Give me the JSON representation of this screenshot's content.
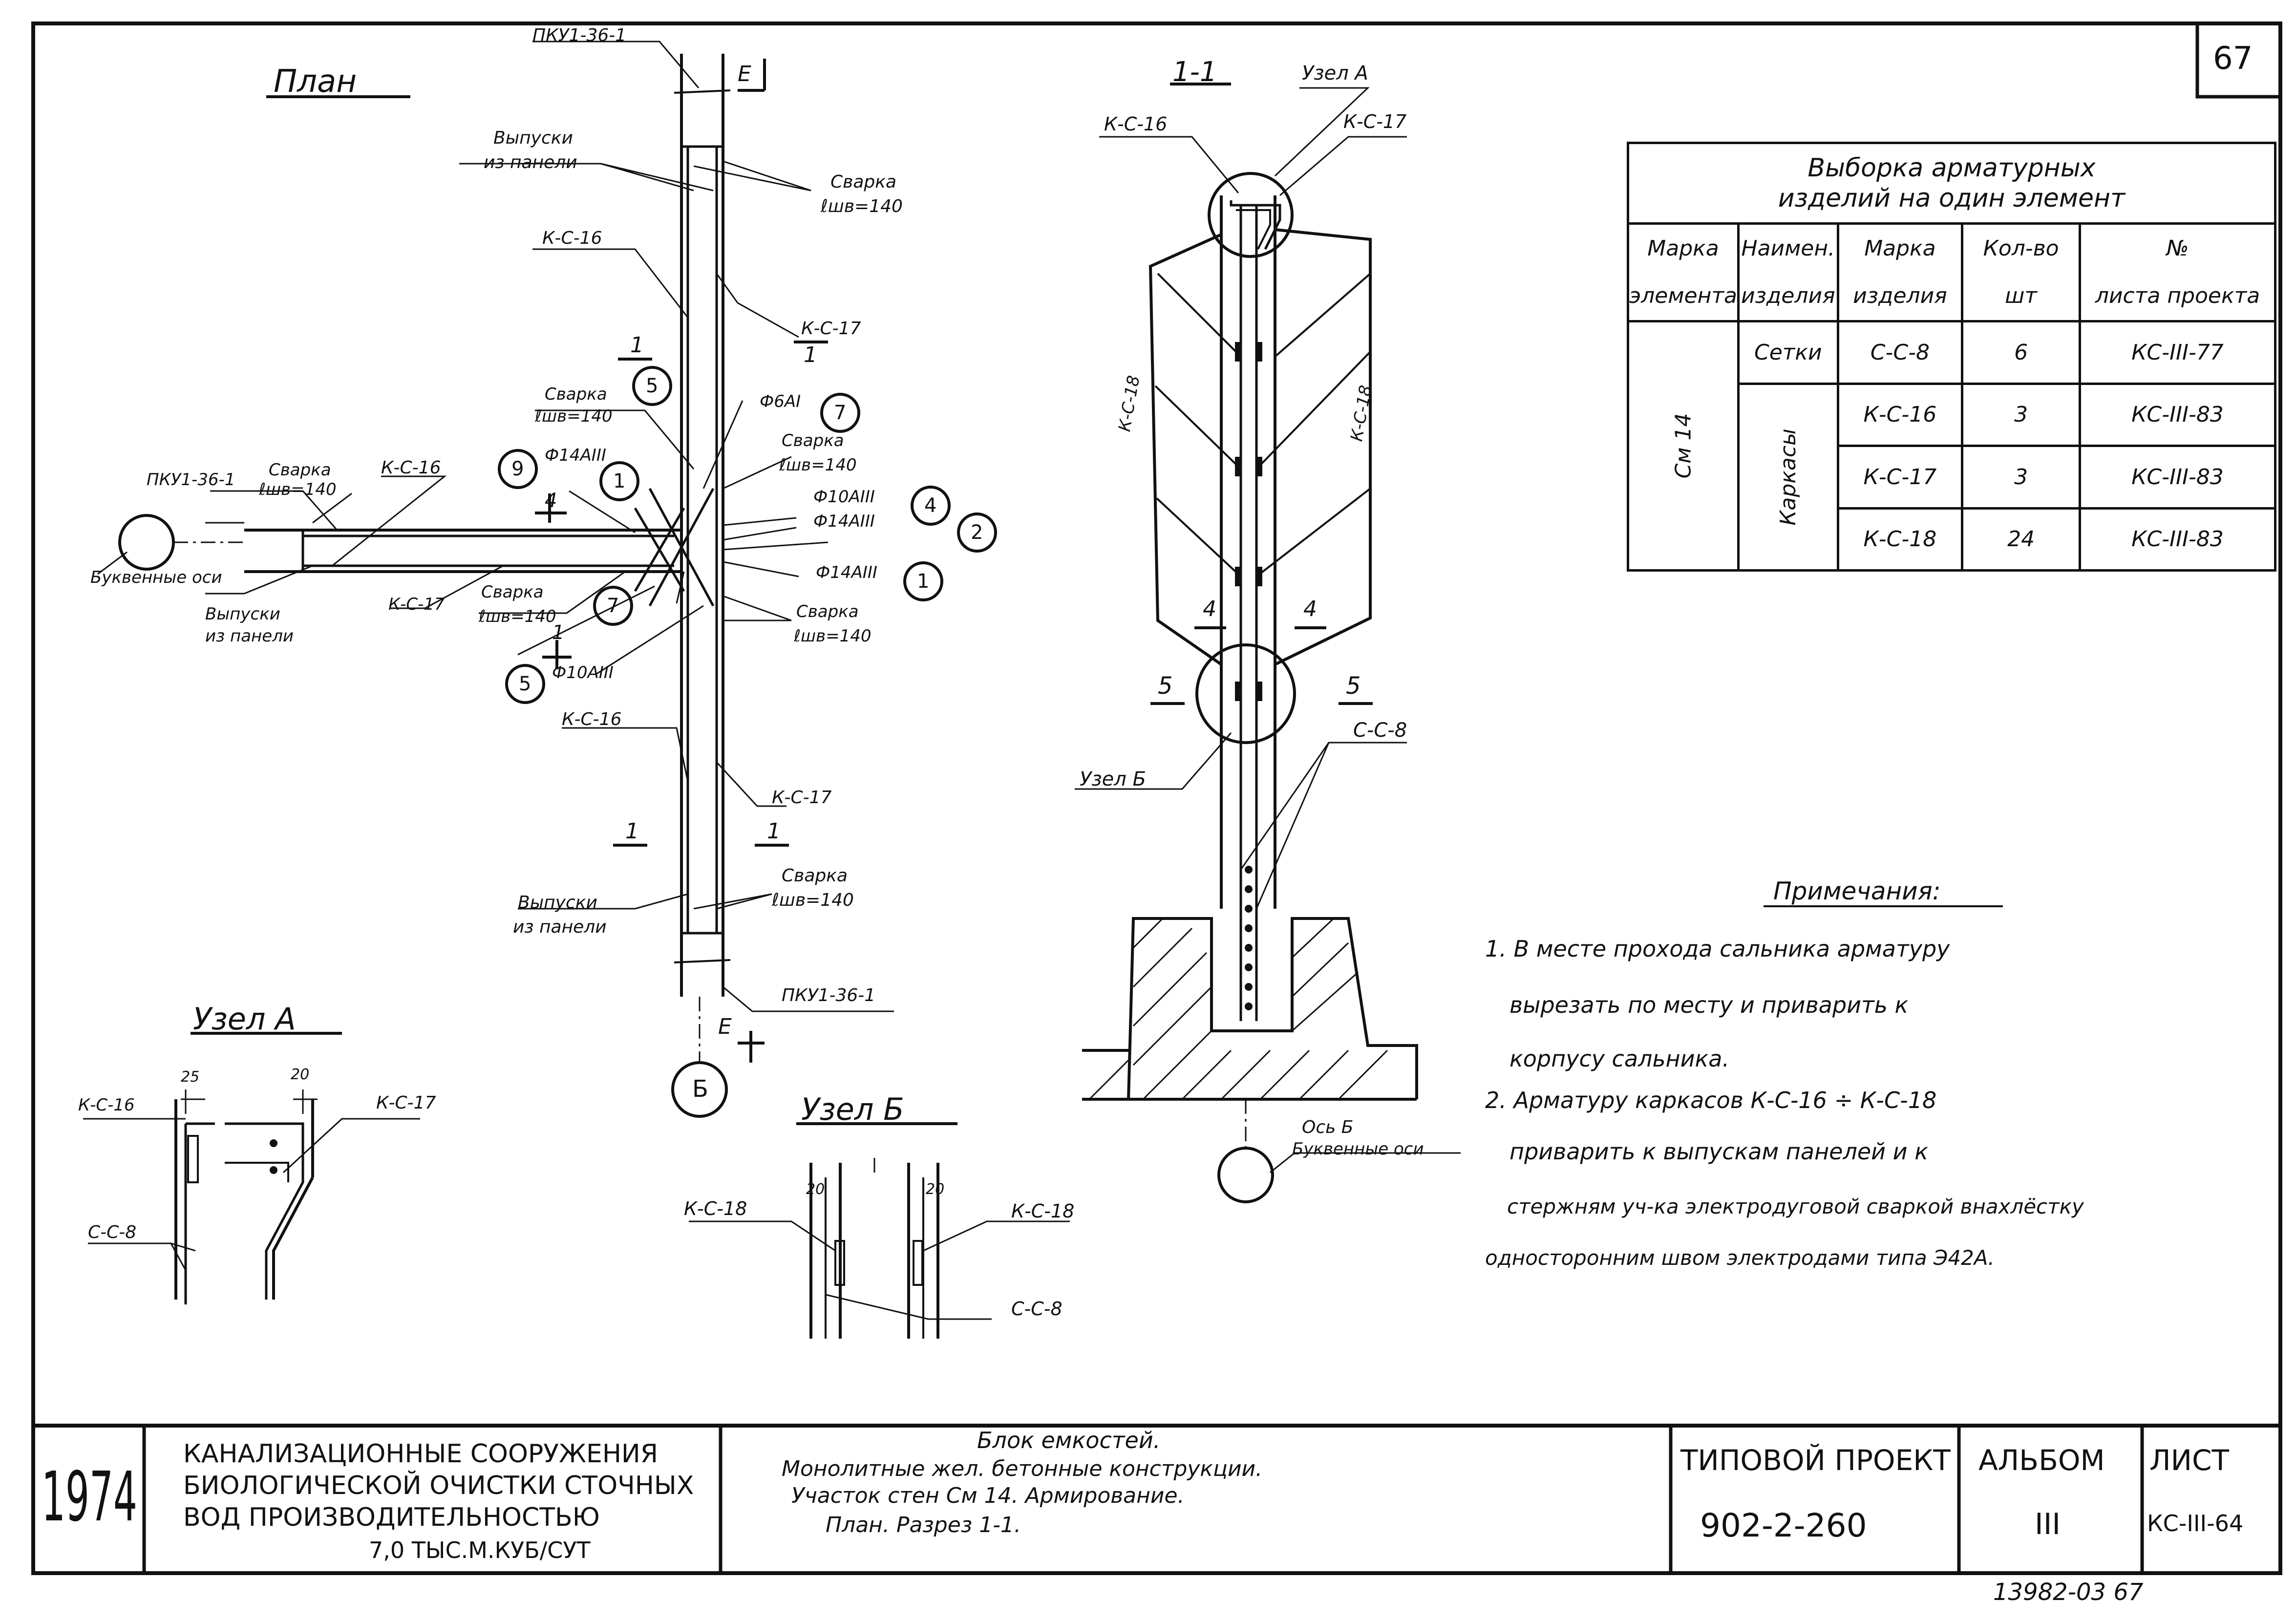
{
  "sheet_number": "67",
  "footer_code": "13982-03  67",
  "drawing": {
    "plan_title": "План",
    "section_title": "1-1",
    "node_a_title": "Узел А",
    "node_b_title": "Узел Б",
    "plan_labels": {
      "pku_top": "ПКУ1-36-1",
      "pku_left": "ПКУ1-36-1",
      "pku_bottom": "ПКУ1-36-1",
      "cut_e_top": "Е",
      "cut_e_bottom": "Е",
      "vypuski_top_1": "Выпуски",
      "vypuski_top_2": "из панели",
      "svarka_top_1": "Сварка",
      "svarka_top_2": "ℓшв=140",
      "ks16_top": "К-С-16",
      "ks17_top": "К-С-17",
      "section_1_top_left": "1",
      "section_1_top_right": "1",
      "svarka_mid_1": "Сварка",
      "svarka_mid_2": "ℓшв=140",
      "phi6": "Ф6АI",
      "svarka_right_1": "Сварка",
      "svarka_right_2": "ℓшв=140",
      "phi14_left": "Ф14АIII",
      "svarka_left_1": "Сварка",
      "svarka_left_2": "ℓшв=140",
      "ks16_left": "К-С-16",
      "phi10_right": "Ф10АIII",
      "phi14_right": "Ф14АIII",
      "bukvennye_osi_left": "Буквенные оси",
      "vypuski_left_1": "Выпуски",
      "vypuski_left_2": "из панели",
      "ks17_left": "К-С-17",
      "svarka_low_1": "Сварка",
      "svarka_low_2": "ℓшв=140",
      "phi14_right2": "Ф14АIII",
      "svarka_lowright_1": "Сварка",
      "svarka_lowright_2": "ℓшв=140",
      "section_4": "4",
      "section_1_mid": "1",
      "phi10_low": "Ф10АIII",
      "ks16_bottom": "К-С-16",
      "ks17_bottom": "К-С-17",
      "section_1_bl": "1",
      "section_1_br": "1",
      "vypuski_bot_1": "Выпуски",
      "vypuski_bot_2": "из панели",
      "svarka_bot_1": "Сварка",
      "svarka_bot_2": "ℓшв=140",
      "circle_5": "5",
      "circle_7": "7",
      "circle_9": "9",
      "circle_1": "1",
      "circle_4": "4",
      "circle_2": "2",
      "circle_1b": "1",
      "circle_7b": "7",
      "circle_5b": "5",
      "circle_b": "Б"
    },
    "section_labels": {
      "uzel_a": "Узел А",
      "ks16": "К-С-16",
      "ks17": "К-С-17",
      "ks18_left": "К-С-18",
      "ks18_right": "К-С-18",
      "cut_4_left": "4",
      "cut_4_right": "4",
      "cut_5_left": "5",
      "cut_5_right": "5",
      "cc8": "С-С-8",
      "uzel_b": "Узел Б",
      "os_b": "Ось Б",
      "bukvennye_osi": "Буквенные оси"
    },
    "node_a_labels": {
      "ks16": "К-С-16",
      "ks17": "К-С-17",
      "cc8": "С-С-8",
      "dim25": "25",
      "dim20": "20"
    },
    "node_b_labels": {
      "ks18_left": "К-С-18",
      "ks18_right": "К-С-18",
      "cc8": "С-С-8",
      "dim20_left": "20",
      "dim20_right": "20"
    }
  },
  "table": {
    "title_line1": "Выборка арматурных",
    "title_line2": "изделий на один элемент",
    "headers": [
      [
        "Марка",
        "элемента"
      ],
      [
        "Наимен.",
        "изделия"
      ],
      [
        "Марка",
        "изделия"
      ],
      [
        "Кол-во",
        "шт"
      ],
      [
        "№",
        "листа проекта"
      ]
    ],
    "element": "См 14",
    "rows": [
      {
        "kind": "Сетки",
        "mark": "С-С-8",
        "qty": "6",
        "sheet": "КС-III-77"
      },
      {
        "kind": "Каркасы",
        "mark": "К-С-16",
        "qty": "3",
        "sheet": "КС-III-83"
      },
      {
        "kind": "",
        "mark": "К-С-17",
        "qty": "3",
        "sheet": "КС-III-83"
      },
      {
        "kind": "",
        "mark": "К-С-18",
        "qty": "24",
        "sheet": "КС-III-83"
      }
    ]
  },
  "notes": {
    "title": "Примечания:",
    "lines": [
      "1. В месте прохода сальника арматуру",
      "вырезать по месту и приварить к",
      "корпусу сальника.",
      "2. Арматуру каркасов К-С-16 ÷ К-С-18",
      "приварить к выпускам панелей и к",
      "стержням уч-ка электродуговой сваркой внахлёстку",
      "односторонним швом электродами типа Э42А."
    ]
  },
  "title_block": {
    "year": "1974",
    "org_lines": [
      "КАНАЛИЗАЦИОННЫЕ   СООРУЖЕНИЯ",
      "БИОЛОГИЧЕСКОЙ ОЧИСТКИ СТОЧНЫХ",
      "ВОД    ПРОИЗВОДИТЕЛЬНОСТЬЮ",
      "7,0 ТЫС.М.КУБ/СУТ"
    ],
    "desc_lines": [
      "Блок емкостей.",
      "Монолитные жел. бетонные конструкции.",
      "Участок стен  См 14.  Армирование.",
      "План. Разрез 1-1."
    ],
    "project_label": "ТИПОВОЙ ПРОЕКТ",
    "project_number": "902-2-260",
    "album_label": "АЛЬБОМ",
    "album_number": "III",
    "sheet_label": "ЛИСТ",
    "sheet_code": "КС-III-64"
  }
}
